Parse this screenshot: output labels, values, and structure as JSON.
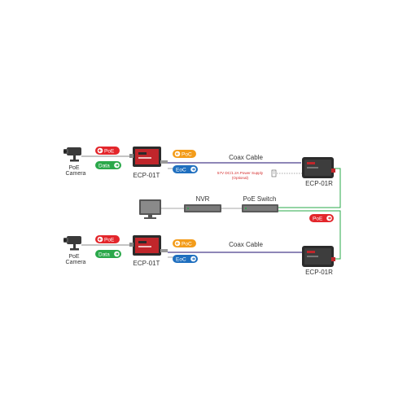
{
  "colors": {
    "poe": "#e3262b",
    "poc": "#f39c1a",
    "eoc": "#1f6fbf",
    "data": "#2aa84a",
    "coax": "#4a3f8c",
    "green_line": "#2aa84a",
    "gray_line": "#8a8a8a",
    "device_red": "#c0262b",
    "device_dark": "#2b2b2b"
  },
  "top": {
    "camera_label_line1": "PoE",
    "camera_label_line2": "Camera",
    "poe_badge": "PoE",
    "data_badge": "Data",
    "transmitter_label": "ECP-01T",
    "poc_badge": "PoC",
    "eoc_badge": "EoC",
    "coax_label": "Coax Cable",
    "power_supply_line1": "57V DC/1.2A Power Supply",
    "power_supply_line2": "(Optional)",
    "receiver_label": "ECP-01R"
  },
  "middle": {
    "nvr_label": "NVR",
    "switch_label": "PoE Switch",
    "poe_badge": "PoE"
  },
  "bottom": {
    "camera_label_line1": "PoE",
    "camera_label_line2": "Camera",
    "poe_badge": "PoE",
    "data_badge": "Data",
    "transmitter_label": "ECP-01T",
    "poc_badge": "PoC",
    "eoc_badge": "EoC",
    "coax_label": "Coax Cable",
    "receiver_label": "ECP-01R"
  },
  "icons": [
    "camera-icon",
    "monitor-icon",
    "nvr-device",
    "switch-device",
    "transmitter-device",
    "receiver-device",
    "arrow-left-icon",
    "arrow-right-icon"
  ]
}
